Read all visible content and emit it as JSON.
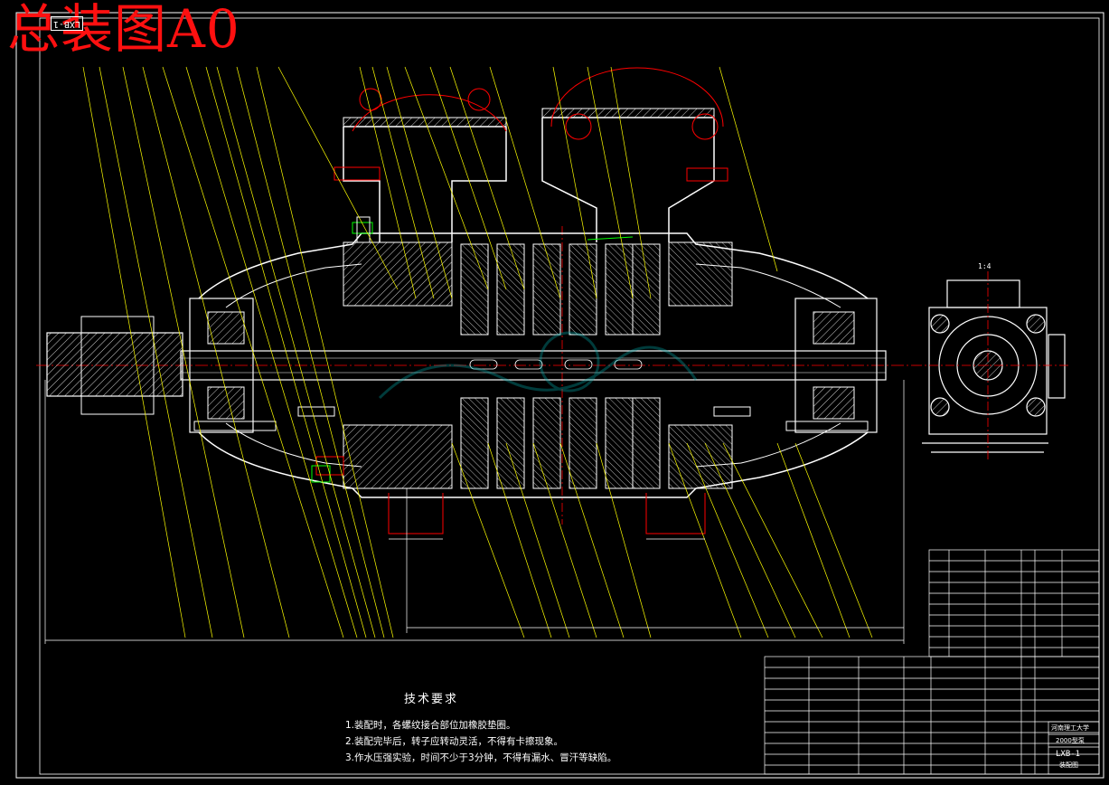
{
  "drawing": {
    "big_title": "总装图A0",
    "stamp_text": "LXB-1",
    "scale_label": "1:4",
    "drawing_number": "LXB-1"
  },
  "technical_requirements": {
    "title": "技术要求",
    "lines": [
      "1.装配时，各螺纹接合部位加橡胶垫圈。",
      "2.装配完毕后，转子应转动灵活，不得有卡擦现象。",
      "3.作水压强实验，时间不少于3分钟，不得有漏水、冒汗等缺陷。"
    ]
  },
  "title_block": {
    "school": "河南理工大学",
    "project": "2000型泵",
    "sheet": "装配图"
  },
  "colors": {
    "background": "#000000",
    "outline": "#ffffff",
    "leader": "#ffff00",
    "centerline": "#ff0000",
    "hatch": "#ffffff",
    "accent_green": "#00ff00",
    "accent_cyan": "#00ffff"
  }
}
